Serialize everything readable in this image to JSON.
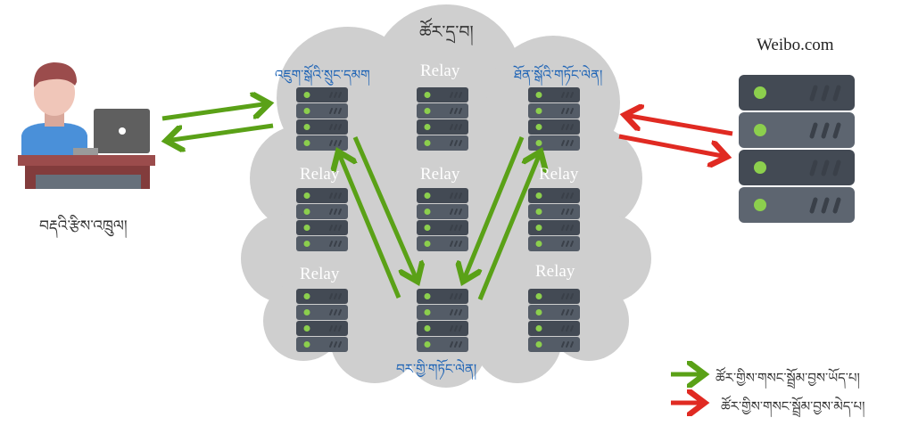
{
  "title": "ཚོར་དྲ་བ།",
  "client": {
    "label": "བརྡའི་རྩིས་འཁྲུལ།",
    "icon": "user-at-laptop-icon"
  },
  "destination": {
    "label": "Weibo.com",
    "icon": "server-icon"
  },
  "nodes": {
    "entry": {
      "label": "འཇུག་སྒོའི་སྲུང་དམག"
    },
    "middle": {
      "label": "བར་གྱི་གཏོང་ལེན།"
    },
    "exit": {
      "label": "ཐོན་སྒོའི་གཏོང་ལེན།"
    },
    "relay_label": "Relay"
  },
  "legend": [
    {
      "color": "#5aa117",
      "text": "ཚོར་གྱིས་གསང་སྦྲོམ་བྱས་ཡོད་པ།"
    },
    {
      "color": "#e02a22",
      "text": "ཚོར་གྱིས་གསང་སྦྲོམ་བྱས་མེད་པ།"
    }
  ],
  "colors": {
    "encrypted": "#5aa117",
    "unencrypted": "#e02a22",
    "cloud": "#cfcfcf",
    "server": "#4d5560",
    "led": "#8ccf4d",
    "label_blue": "#1b62b5"
  }
}
